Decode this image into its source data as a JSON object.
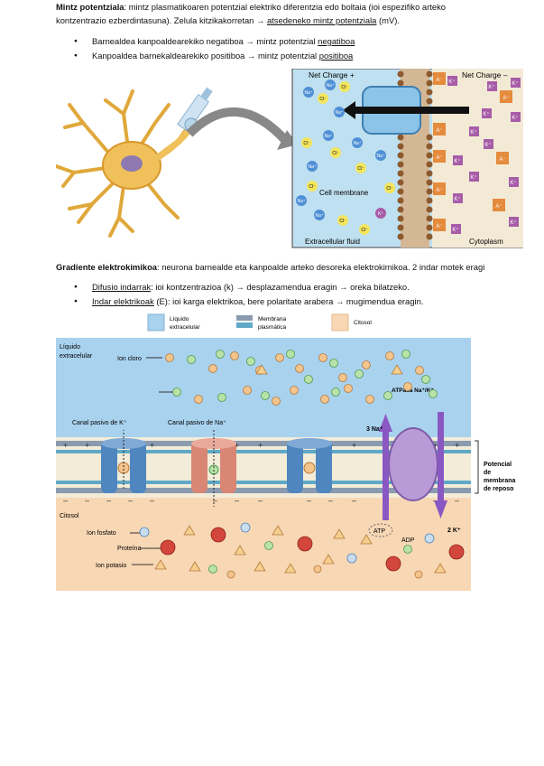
{
  "section1": {
    "title": "Mintz potentziala",
    "intro_rest": ": mintz plasmatikoaren potentzial elektriko diferentzia edo boltaia (ioi espezifiko arteko",
    "line2_pre": "kontzentrazio ezberdintasuna). Zelula kitzikakorretan → ",
    "line2_link": "atsedeneko mintz potentziala",
    "line2_post": " (mV).",
    "bullets": [
      {
        "pre": "Barnealdea kanpoaldearekiko negatiboa → mintz potentzial ",
        "emph": "negatiboa"
      },
      {
        "pre": "Kanpoaldea barnekaldearekiko positiboa → mintz potentzial ",
        "emph": "positiboa"
      }
    ]
  },
  "figure1": {
    "net_charge_plus": "Net Charge +",
    "net_charge_minus": "Net Charge –",
    "cell_membrane": "Cell membrane",
    "extracellular_fluid": "Extracellular fluid",
    "cytoplasm": "Cytoplasm",
    "ion_na": "Na⁺",
    "ion_cl": "Cl⁻",
    "ion_k": "K⁺",
    "ion_a": "A⁻"
  },
  "section2": {
    "title": "Gradiente elektrokimikoa",
    "intro_rest": ": neurona barnealde eta kanpoalde arteko desoreka elektrokimikoa. 2 indar motek eragi",
    "bullets": [
      {
        "term": "Difusio indarrak",
        "rest": ": ioi kontzentrazioa (k) → desplazamendua eragin → oreka bilatzeko."
      },
      {
        "term": "Indar elektrikoak",
        "rest": " (E): ioi karga elektrikoa, bere polaritate arabera → mugimendua eragin."
      }
    ]
  },
  "figure2": {
    "legend_liquido_1": "Líquido",
    "legend_liquido_2": "extracelular",
    "legend_membrana_1": "Membrana",
    "legend_membrana_2": "plasmática",
    "legend_citosol": "Citosol",
    "liquido_label_1": "Líquido",
    "liquido_label_2": "extracelular",
    "ion_cloro": "Ion cloro",
    "canal_k": "Canal pasivo de K⁺",
    "canal_na": "Canal pasivo de Na⁺",
    "atpasa": "ATPasa Na⁺/K⁺",
    "na3": "3 Na⁺",
    "k2": "2 K⁺",
    "atp": "ATP",
    "adp": "ADP",
    "potencial_1": "Potencial",
    "potencial_2": "de",
    "potencial_3": "membrana",
    "potencial_4": "de reposo",
    "citosol_label": "Citosol",
    "ion_fosfato": "Ion fosfato",
    "proteina": "Proteína",
    "ion_potasio": "Ion potasio",
    "colors": {
      "extracellular": "#a9d2ee",
      "cytosol": "#f8d7b4",
      "channel_k": "#4f86c0",
      "channel_na": "#d98675",
      "pump": "#b89ad6"
    }
  }
}
